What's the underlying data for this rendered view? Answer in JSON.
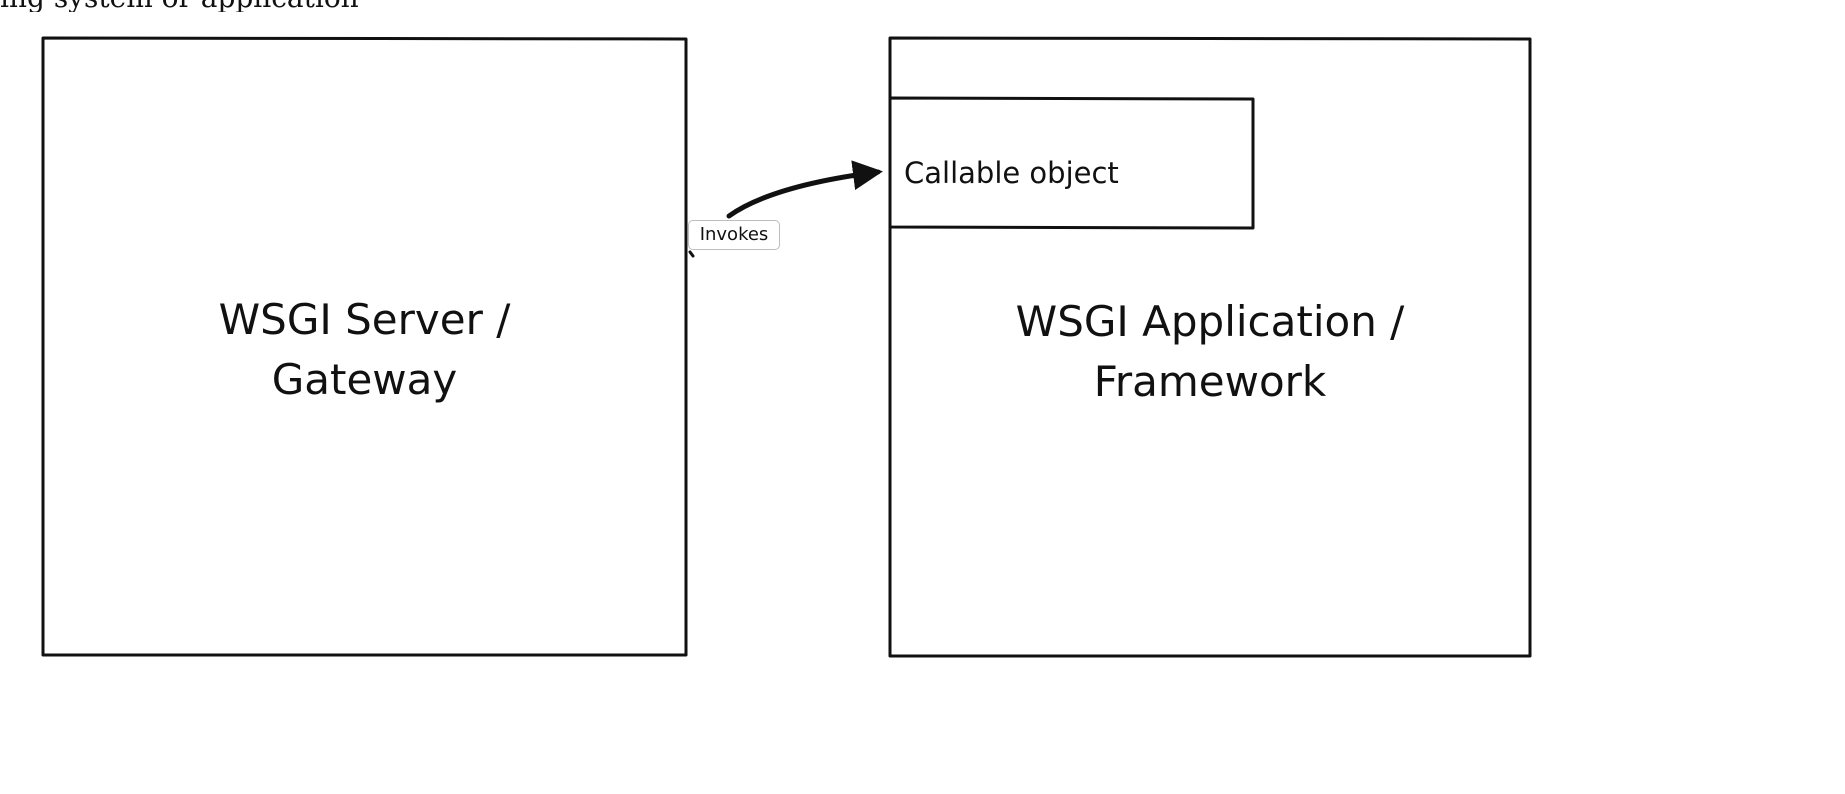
{
  "header_fragment": "ing system or application",
  "boxes": {
    "server": {
      "line1": "WSGI Server /",
      "line2": "Gateway"
    },
    "application": {
      "line1": "WSGI Application /",
      "line2": "Framework"
    },
    "callable": {
      "label": "Callable object"
    }
  },
  "connector": {
    "label": "Invokes"
  },
  "colors": {
    "stroke": "#111111",
    "tag_border": "#bdbdbd",
    "background": "#ffffff"
  }
}
